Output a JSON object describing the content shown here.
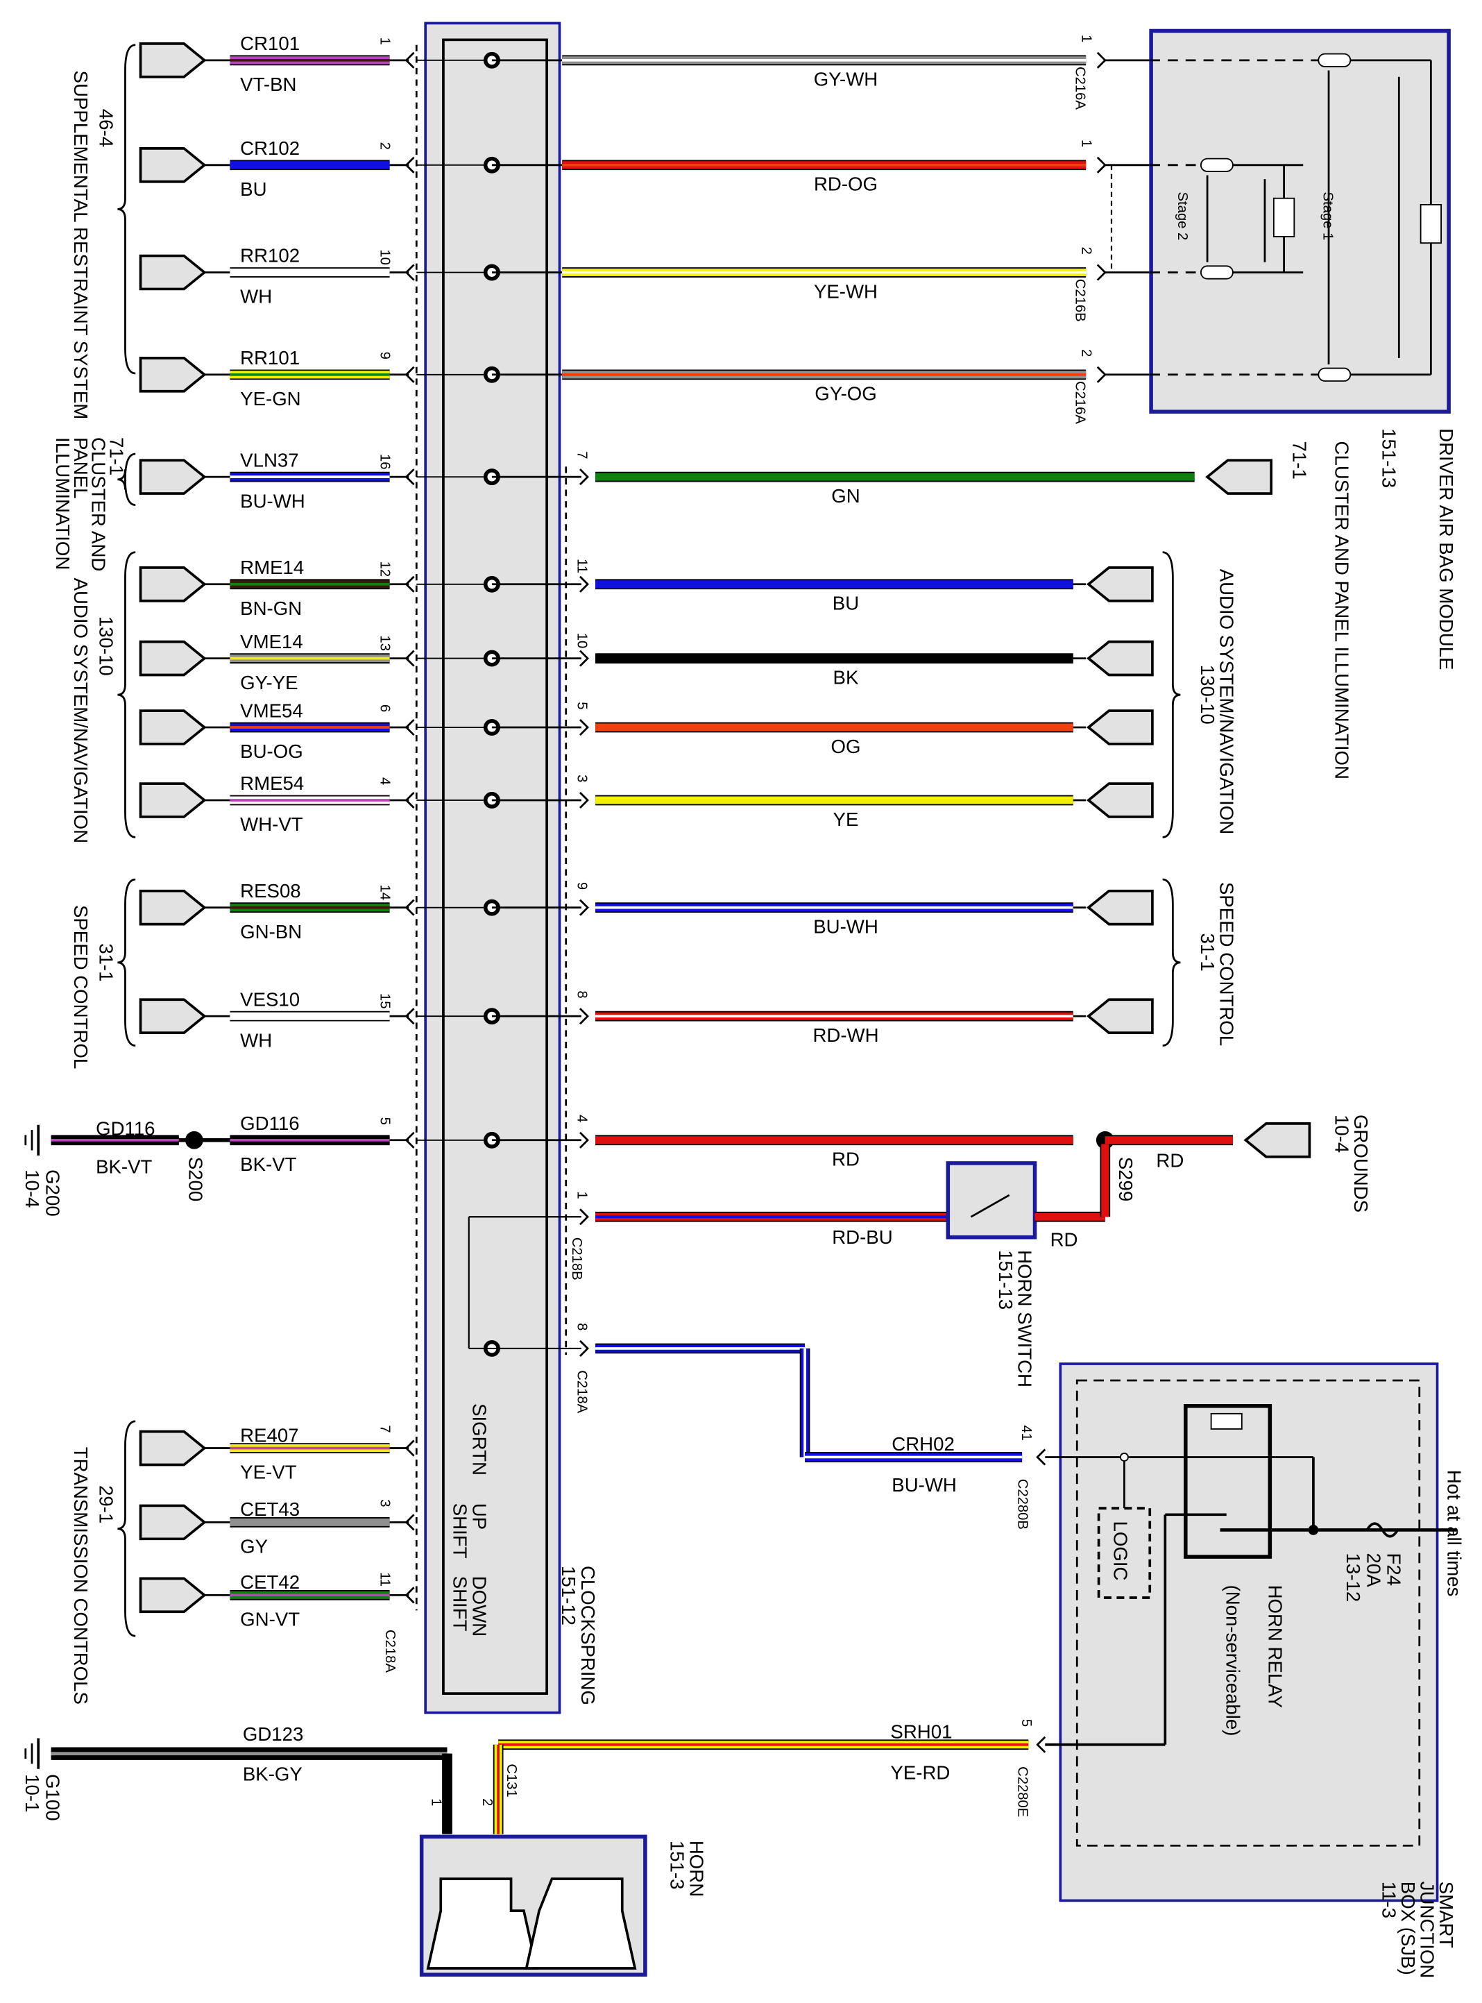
{
  "colors": {
    "BK": "#000000",
    "VT": "#c040c0",
    "BN": "#3a1a0a",
    "BU": "#1010e0",
    "WH": "#ffffff",
    "YE": "#f0f000",
    "GN": "#108010",
    "GY": "#909090",
    "RD": "#e01010",
    "OG": "#f04010",
    "frame": "#1a1a9a",
    "fill": "#e2e2e2"
  },
  "left_groups": [
    {
      "code": "46-4",
      "name": "SUPPLEMENTAL RESTRAINT SYSTEM"
    },
    {
      "code": "71-1",
      "name": "CLUSTER AND PANEL ILLUMINATION"
    },
    {
      "code": "130-10",
      "name": "AUDIO SYSTEM/NAVIGATION"
    },
    {
      "code": "31-1",
      "name": "SPEED CONTROL"
    },
    {
      "code": "29-1",
      "name": "TRANSMISSION CONTROLS"
    }
  ],
  "right_groups": [
    {
      "code": "151-13",
      "name": "DRIVER AIR BAG MODULE"
    },
    {
      "code": "71-1",
      "name": "CLUSTER AND PANEL ILLUMINATION"
    },
    {
      "code": "130-10",
      "name": "AUDIO SYSTEM/NAVIGATION"
    },
    {
      "code": "31-1",
      "name": "SPEED CONTROL"
    },
    {
      "code": "10-4",
      "name": "GROUNDS"
    }
  ],
  "rows": [
    {
      "circuit": "CR101",
      "color": "VT-BN",
      "pin": "1",
      "rpin": "1",
      "rcolor": "GY-WH",
      "rconn": "C216A",
      "airbag_pin": "1"
    },
    {
      "circuit": "CR102",
      "color": "BU",
      "pin": "2",
      "rpin": "",
      "rcolor": "RD-OG",
      "rconn": "",
      "airbag_pin": "1"
    },
    {
      "circuit": "RR102",
      "color": "WH",
      "pin": "10",
      "rpin": "",
      "rcolor": "YE-WH",
      "rconn": "C216B",
      "airbag_pin": "2"
    },
    {
      "circuit": "RR101",
      "color": "YE-GN",
      "pin": "9",
      "rpin": "",
      "rcolor": "GY-OG",
      "rconn": "C216A",
      "airbag_pin": "2"
    },
    {
      "circuit": "VLN37",
      "color": "BU-WH",
      "pin": "16",
      "rpin": "7",
      "rcolor": "GN"
    },
    {
      "circuit": "RME14",
      "color": "BN-GN",
      "pin": "12",
      "rpin": "11",
      "rcolor": "BU"
    },
    {
      "circuit": "VME14",
      "color": "GY-YE",
      "pin": "13",
      "rpin": "10",
      "rcolor": "BK"
    },
    {
      "circuit": "VME54",
      "color": "BU-OG",
      "pin": "6",
      "rpin": "5",
      "rcolor": "OG"
    },
    {
      "circuit": "RME54",
      "color": "WH-VT",
      "pin": "4",
      "rpin": "3",
      "rcolor": "YE"
    },
    {
      "circuit": "RES08",
      "color": "GN-BN",
      "pin": "14",
      "rpin": "9",
      "rcolor": "BU-WH"
    },
    {
      "circuit": "VES10",
      "color": "WH",
      "pin": "15",
      "rpin": "8",
      "rcolor": "RD-WH"
    },
    {
      "circuit": "GD116",
      "color": "BK-VT",
      "pin": "5",
      "rpin": "4",
      "rcolor": "RD"
    }
  ],
  "ground_left": {
    "circuit": "GD116",
    "color": "BK-VT",
    "splice": "S200",
    "ground": "G200",
    "ref": "10-4"
  },
  "grounds_right": {
    "splice": "S299",
    "color": "RD",
    "color2": "RD"
  },
  "horn_switch": {
    "pin": "1",
    "color": "RD-BU",
    "conn": "C218B",
    "name": "HORN SWITCH",
    "code": "151-13",
    "out_color": "RD"
  },
  "horn_feed": {
    "pin": "8",
    "conn": "C218A",
    "circuit": "CRH02",
    "color": "BU-WH",
    "sjb_pin": "41",
    "sjb_conn": "C2280B"
  },
  "trans_rows": [
    {
      "circuit": "RE407",
      "color": "YE-VT",
      "pin": "7",
      "func": "SIGRTN"
    },
    {
      "circuit": "CET43",
      "color": "GY",
      "pin": "3",
      "func": "UP SHIFT"
    },
    {
      "circuit": "CET42",
      "color": "GN-VT",
      "pin": "11",
      "func": "DOWN SHIFT"
    }
  ],
  "trans_conn": "C218A",
  "clockspring": {
    "name": "CLOCKSPRING",
    "code": "151-12"
  },
  "airbag": {
    "stage1": "Stage 1",
    "stage2": "Stage 2"
  },
  "sjb": {
    "name": "SMART JUNCTION BOX (SJB)",
    "code": "11-3",
    "relay": "HORN RELAY",
    "relay_note": "(Non-serviceable)",
    "logic": "LOGIC",
    "fuse": "F24",
    "fuse_rating": "20A",
    "fuse_ref": "13-12",
    "hot": "Hot at all times"
  },
  "horn_out": {
    "circuit": "SRH01",
    "color": "YE-RD",
    "sjb_pin": "5",
    "sjb_conn": "C2280E",
    "horn_conn": "C131",
    "horn_pin": "2"
  },
  "horn_ground": {
    "circuit": "GD123",
    "color": "BK-GY",
    "ground": "G100",
    "ref": "10-1",
    "horn_pin": "1"
  },
  "horn": {
    "name": "HORN",
    "code": "151-3"
  }
}
